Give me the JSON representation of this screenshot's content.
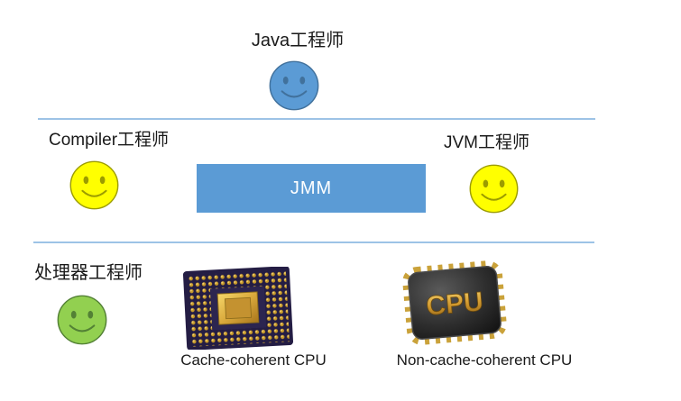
{
  "diagram": {
    "top": {
      "java_label": "Java工程师"
    },
    "middle": {
      "compiler_label": "Compiler工程师",
      "jvm_label": "JVM工程师",
      "jmm_label": "JMM"
    },
    "bottom": {
      "processor_label": "处理器工程师",
      "cache_coherent_label": "Cache-coherent CPU",
      "non_cache_coherent_label": "Non-cache-coherent CPU",
      "chip_text": "CPU"
    }
  },
  "icons": {
    "java_face": "smiley-face-blue",
    "compiler_face": "smiley-face-yellow",
    "jvm_face": "smiley-face-yellow",
    "processor_face": "smiley-face-green",
    "cache_coherent_chip": "cpu-chip-gold-pin-grid",
    "non_cache_coherent_chip": "cpu-chip-black-gold-text"
  },
  "colors": {
    "java_face_fill": "#5b9bd5",
    "java_face_line": "#41719c",
    "yellow_face_fill": "#ffff00",
    "yellow_face_line": "#9c9c00",
    "green_face_fill": "#92d050",
    "green_face_line": "#538135",
    "jmm_box": "#5b9bd5",
    "divider": "#9dc3e6",
    "gold": "#d4a437"
  }
}
